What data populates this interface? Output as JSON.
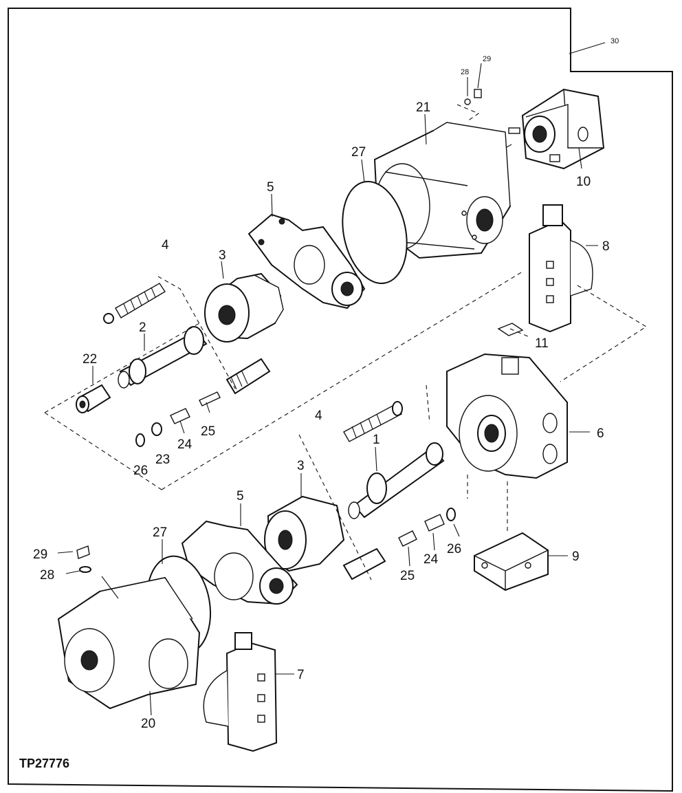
{
  "figure_id": "TP27776",
  "callouts": {
    "c30": "30",
    "c29_top": "29",
    "c28_top": "28",
    "c21": "21",
    "c27_top": "27",
    "c10": "10",
    "c5_top": "5",
    "c8": "8",
    "c4_top": "4",
    "c3_top": "3",
    "c2": "2",
    "c22": "22",
    "c11": "11",
    "c6": "6",
    "c25_top": "25",
    "c24_top": "24",
    "c23": "23",
    "c26_top": "26",
    "c4_bot": "4",
    "c1": "1",
    "c3_bot": "3",
    "c5_bot": "5",
    "c27_bot": "27",
    "c29_bot": "29",
    "c28_bot": "28",
    "c26_bot": "26",
    "c24_bot": "24",
    "c9": "9",
    "c25_bot": "25",
    "c7": "7",
    "c20": "20"
  }
}
